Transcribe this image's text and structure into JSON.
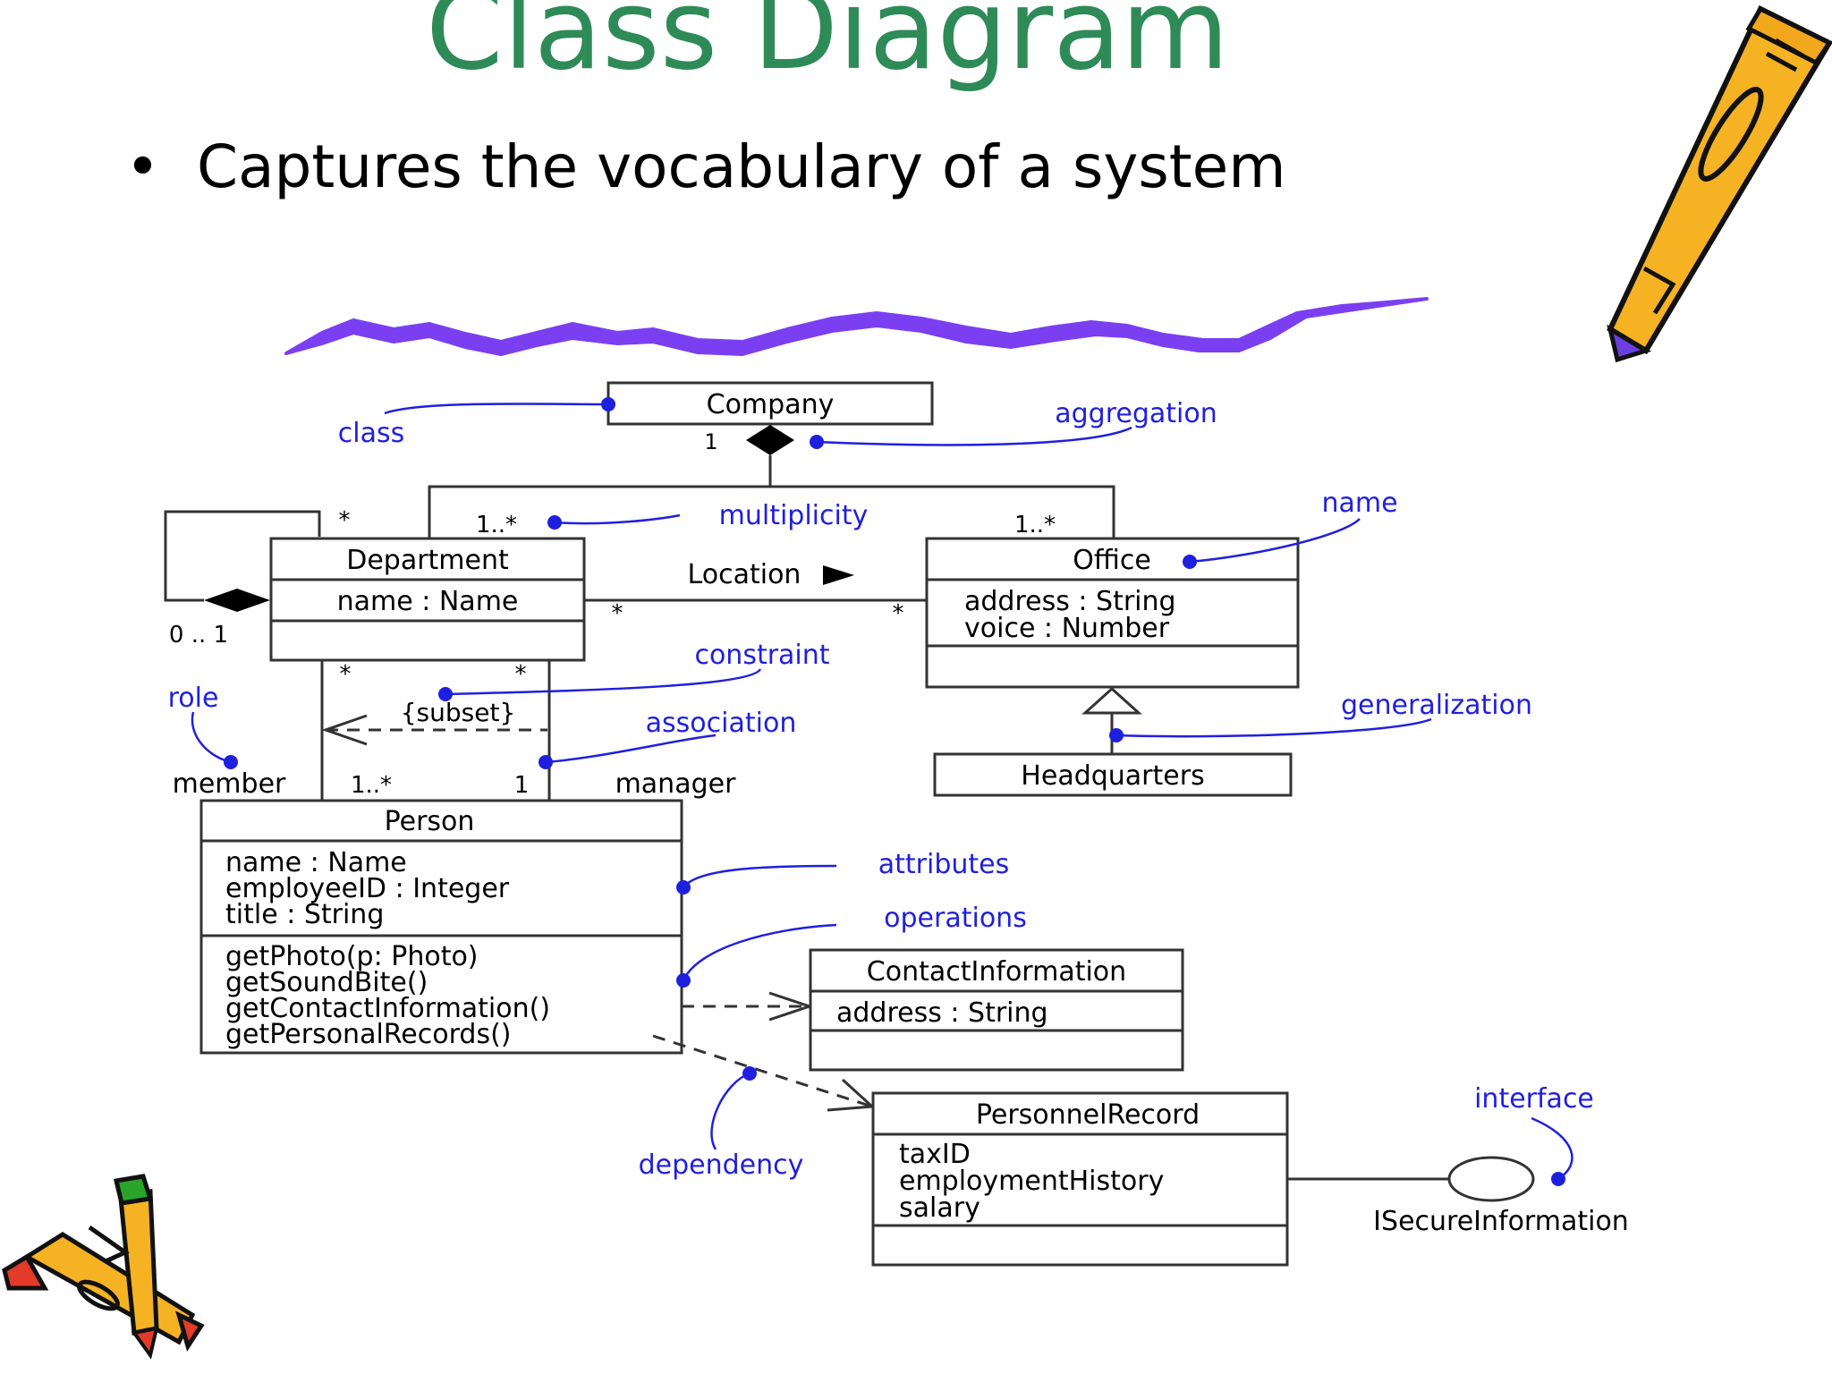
{
  "slide": {
    "title": "Class Diagram",
    "bullet": "Captures the vocabulary of a system"
  },
  "colors": {
    "title": "#2e8b57",
    "annotation": "#1f1fe0",
    "squiggle": "#7b3ff2",
    "line": "#333333"
  },
  "classes": {
    "company": {
      "name": "Company"
    },
    "department": {
      "name": "Department",
      "attributes": [
        "name : Name"
      ]
    },
    "office": {
      "name": "Office",
      "attributes": [
        "address : String",
        "voice : Number"
      ]
    },
    "headquarters": {
      "name": "Headquarters"
    },
    "person": {
      "name": "Person",
      "attributes": [
        "name : Name",
        "employeeID : Integer",
        "title : String"
      ],
      "operations": [
        "getPhoto(p: Photo)",
        "getSoundBite()",
        "getContactInformation()",
        "getPersonalRecords()"
      ]
    },
    "contact": {
      "name": "ContactInformation",
      "attributes": [
        "address : String"
      ]
    },
    "record": {
      "name": "PersonnelRecord",
      "attributes": [
        "taxID",
        "employmentHistory",
        "salary"
      ]
    }
  },
  "labels": {
    "mult_company": "1",
    "mult_dept_top": "1..*",
    "mult_office_top": "1..*",
    "mult_self_star": "*",
    "mult_self": "0 .. 1",
    "location": "Location",
    "loc_star_left": "*",
    "loc_star_right": "*",
    "star_member": "*",
    "star_manager": "*",
    "subset": "{subset}",
    "member": "member",
    "mult_member": "1..*",
    "mult_manager": "1",
    "manager": "manager",
    "interface_name": "ISecureInformation"
  },
  "annotations": {
    "class": "class",
    "aggregation": "aggregation",
    "multiplicity": "multiplicity",
    "name": "name",
    "constraint": "constraint",
    "role": "role",
    "association": "association",
    "generalization": "generalization",
    "attributes": "attributes",
    "operations": "operations",
    "dependency": "dependency",
    "interface": "interface"
  }
}
